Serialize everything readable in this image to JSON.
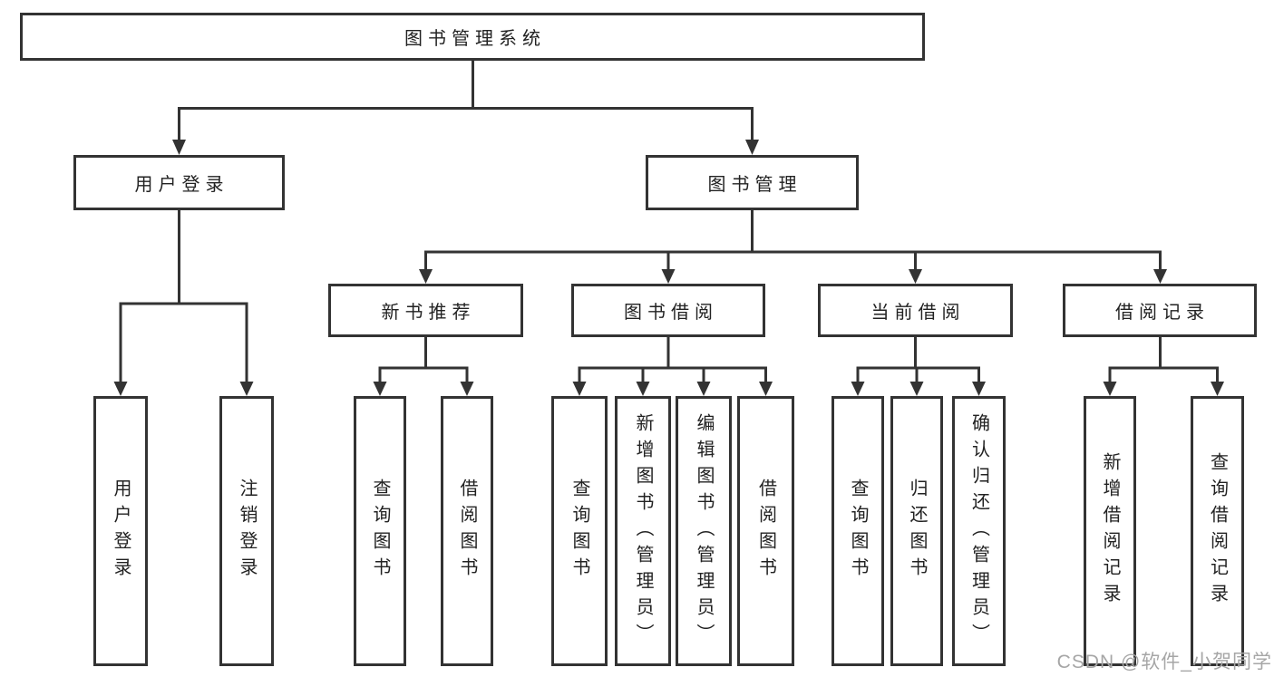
{
  "tree": {
    "root": "图书管理系统",
    "level2": {
      "user_login": "用户登录",
      "book_mgmt": "图书管理"
    },
    "level3": {
      "new_book_rec": "新书推荐",
      "book_borrow": "图书借阅",
      "current_borrow": "当前借阅",
      "borrow_records": "借阅记录"
    },
    "leaves": {
      "user_login": [
        "用户登录",
        "注销登录"
      ],
      "new_book_rec": [
        "查询图书",
        "借阅图书"
      ],
      "book_borrow": [
        "查询图书",
        "新增图书（管理员）",
        "编辑图书（管理员）",
        "借阅图书"
      ],
      "current_borrow": [
        "查询图书",
        "归还图书",
        "确认归还（管理员）"
      ],
      "borrow_records": [
        "新增借阅记录",
        "查询借阅记录"
      ]
    }
  },
  "watermark": "CSDN @软件_小贺同学",
  "colors": {
    "line": "#333333",
    "text": "#222222",
    "watermark": "#a6a6a6",
    "background": "#ffffff"
  }
}
